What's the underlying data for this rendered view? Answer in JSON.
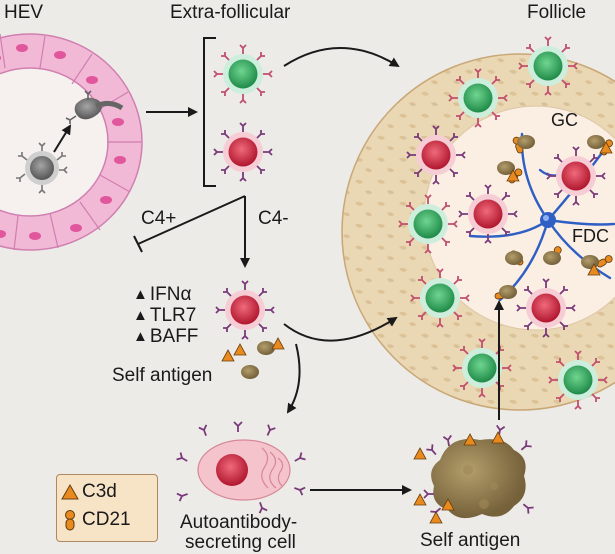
{
  "labels": {
    "hev": "HEV",
    "extra_follicular": "Extra-follicular",
    "follicle": "Follicle",
    "gc": "GC",
    "fdc": "FDC",
    "c4_plus": "C4+",
    "c4_minus": "C4-",
    "self_antigen_top": "Self antigen",
    "autoantibody_line1": "Autoantibody-",
    "autoantibody_line2": "secreting cell",
    "self_antigen_bottom": "Self antigen"
  },
  "upregulated": [
    "IFNα",
    "TLR7",
    "BAFF"
  ],
  "legend": {
    "c3d": "C3d",
    "cd21": "CD21"
  },
  "colors": {
    "green_cell": "#2e9a58",
    "red_cell": "#c8233c",
    "hev_tissue": "#f2b9d6",
    "follicle_mantle": "#e7d2ad",
    "germinal_center": "#fbefe4",
    "fdc": "#2f5fc4",
    "antigen": "#8a7548",
    "c3d": "#e88a1e",
    "background": "#ecebe7"
  }
}
